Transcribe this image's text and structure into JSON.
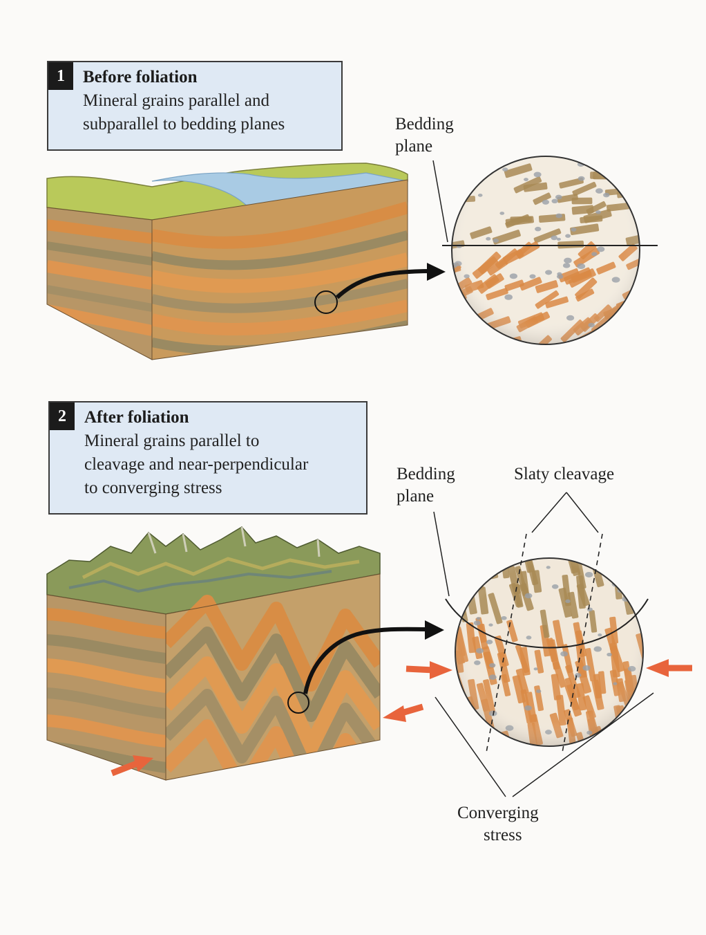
{
  "panel1": {
    "number": "1",
    "title": "Before foliation",
    "lines": [
      "Mineral grains parallel and",
      "subparallel to bedding planes"
    ],
    "bedding_label": [
      "Bedding",
      "plane"
    ]
  },
  "panel2": {
    "number": "2",
    "title": "After foliation",
    "lines": [
      "Mineral grains parallel to",
      "cleavage and near-perpendicular",
      "to converging stress"
    ],
    "bedding_label": [
      "Bedding",
      "plane"
    ],
    "cleavage_label": "Slaty cleavage",
    "stress_label": [
      "Converging",
      "stress"
    ]
  },
  "colors": {
    "box_fill": "#dfe9f4",
    "badge": "#1b1b1b",
    "stress_arrow": "#e8643c",
    "layer_orange": "#d9954e",
    "layer_tan": "#a8956c",
    "grain_tan": "#a88a55",
    "grain_orange": "#d98a45",
    "grain_grey": "#9aa0a8",
    "water": "#a9cbe4",
    "grass": "#b9c95a"
  }
}
